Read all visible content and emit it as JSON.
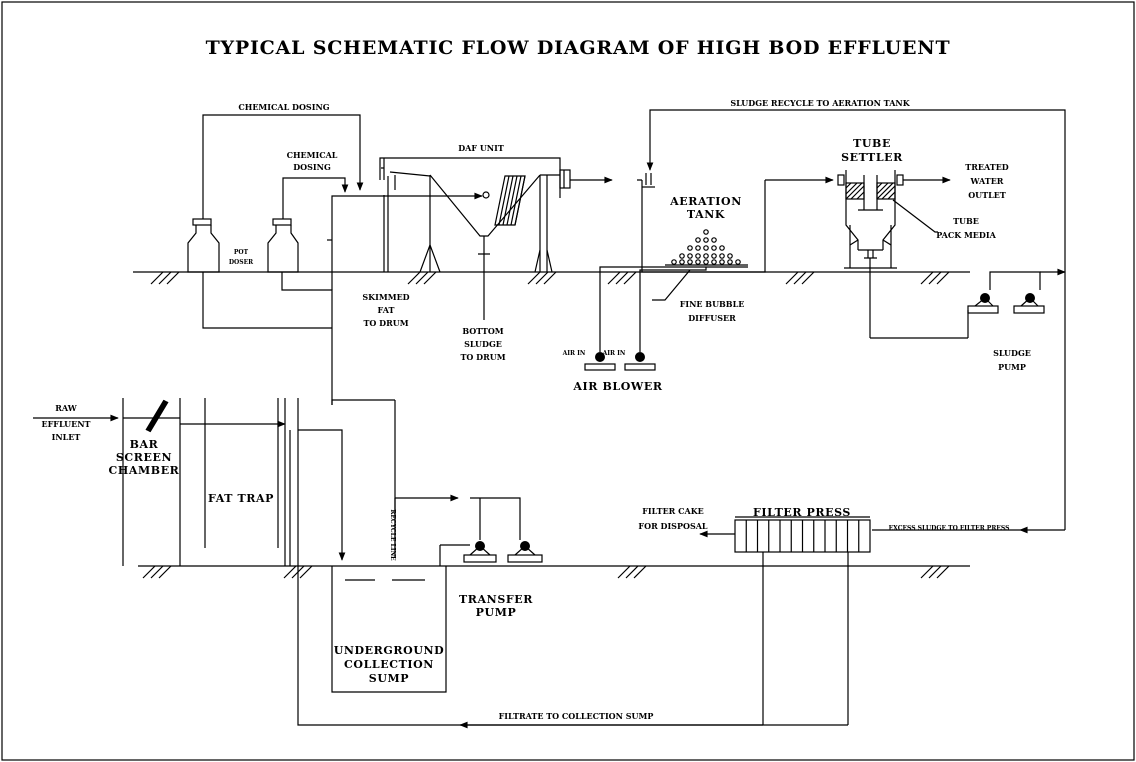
{
  "title": "TYPICAL SCHEMATIC FLOW DIAGRAM OF HIGH BOD EFFLUENT",
  "labels": {
    "chemical_dosing_1": "CHEMICAL DOSING",
    "chemical_dosing_2_l1": "CHEMICAL",
    "chemical_dosing_2_l2": "DOSING",
    "pot_doser_l1": "POT",
    "pot_doser_l2": "DOSER",
    "daf_unit": "DAF UNIT",
    "sludge_recycle": "SLUDGE RECYCLE TO AERATION TANK",
    "tube_settler_l1": "TUBE",
    "tube_settler_l2": "SETTLER",
    "treated_l1": "TREATED",
    "treated_l2": "WATER",
    "treated_l3": "OUTLET",
    "tube_pack_l1": "TUBE",
    "tube_pack_l2": "PACK MEDIA",
    "aeration_l1": "AERATION",
    "aeration_l2": "TANK",
    "fine_bubble_l1": "FINE BUBBLE",
    "fine_bubble_l2": "DIFFUSER",
    "skimmed_l1": "SKIMMED",
    "skimmed_l2": "FAT",
    "skimmed_l3": "TO DRUM",
    "bottom_l1": "BOTTOM",
    "bottom_l2": "SLUDGE",
    "bottom_l3": "TO DRUM",
    "air_blower": "AIR BLOWER",
    "air_tag_1": "AIR IN",
    "air_tag_2": "AIR IN",
    "sludge_pump_l1": "SLUDGE",
    "sludge_pump_l2": "PUMP",
    "raw_l1": "RAW",
    "raw_l2": "EFFLUENT",
    "raw_l3": "INLET",
    "bar_l1": "BAR",
    "bar_l2": "SCREEN",
    "bar_l3": "CHAMBER",
    "fat_trap": "FAT TRAP",
    "recycle_line": "RECYCLE LINE",
    "transfer_l1": "TRANSFER",
    "transfer_l2": "PUMP",
    "filter_cake_l1": "FILTER CAKE",
    "filter_cake_l2": "FOR DISPOSAL",
    "filter_press": "FILTER PRESS",
    "excess_sludge": "EXCESS SLUDGE TO FILTER PRESS",
    "sump_l1": "UNDERGROUND",
    "sump_l2": "COLLECTION",
    "sump_l3": "SUMP",
    "filtrate": "FILTRATE TO COLLECTION SUMP"
  }
}
